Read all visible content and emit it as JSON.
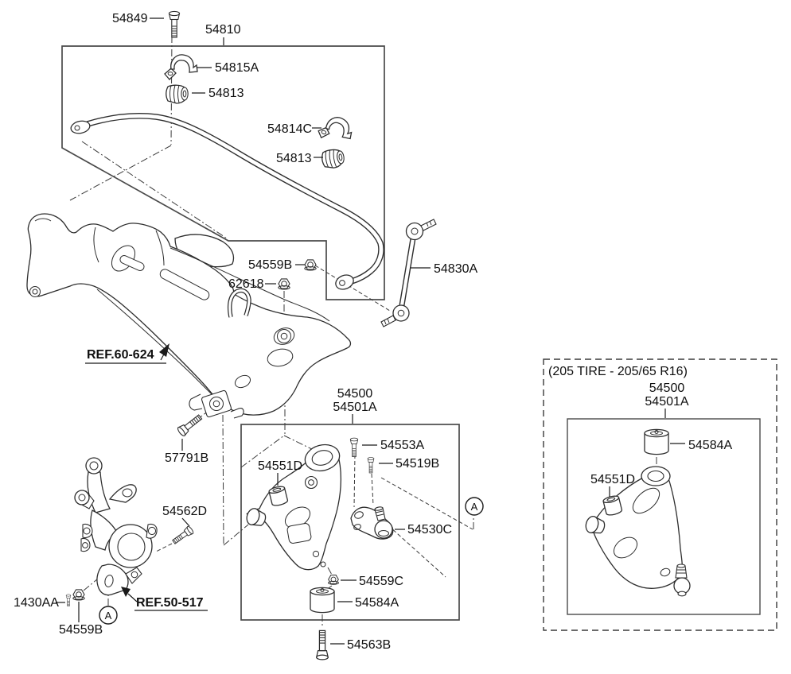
{
  "colors": {
    "background": "#ffffff",
    "line": "#2d2d2d",
    "text": "#0f0f0f"
  },
  "labels": {
    "p54849": "54849",
    "p54810": "54810",
    "p54815a": "54815A",
    "p54813_top": "54813",
    "p54814c": "54814C",
    "p54813_right": "54813",
    "p54559b_top": "54559B",
    "p62618": "62618",
    "p54830a": "54830A",
    "ref_60_624": "REF.60-624",
    "p57791b": "57791B",
    "p54500": "54500",
    "p54501a": "54501A",
    "p54553a": "54553A",
    "p54519b": "54519B",
    "p54551d": "54551D",
    "p54530c": "54530C",
    "p54562d": "54562D",
    "p1430aa": "1430AA",
    "p54559b_bottom": "54559B",
    "ref_50_517": "REF.50-517",
    "p54559c": "54559C",
    "p54584a": "54584A",
    "p54563b": "54563B",
    "marker_a": "A"
  },
  "variant_panel": {
    "title": "(205 TIRE - 205/65 R16)",
    "p54500": "54500",
    "p54501a": "54501A",
    "p54584a": "54584A",
    "p54551d": "54551D"
  }
}
